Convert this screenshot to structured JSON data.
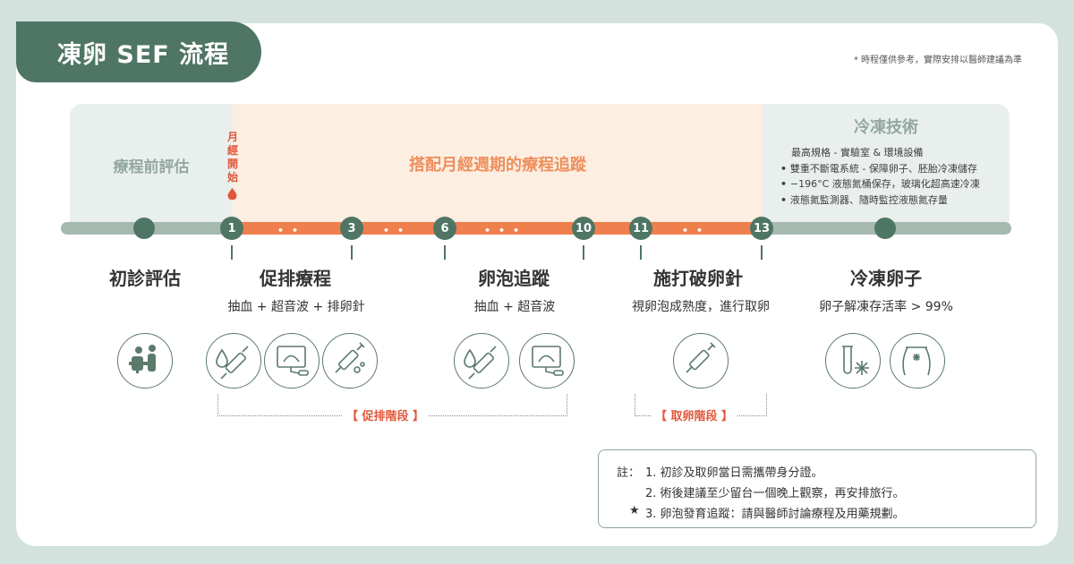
{
  "title": "凍卵 SEF 流程",
  "reference_note": "* 時程僅供參考，實際安排以醫師建議為準",
  "bands": {
    "pre": "療程前評估",
    "mid": "搭配月經週期的療程追蹤",
    "post": {
      "title": "冷凍技術",
      "heading": "最高規格 - 實驗室 & 環境設備",
      "bullets": [
        "雙重不斷電系統 - 保障卵子、胚胎冷凍儲存",
        "−196°C 液態氮桶保存，玻璃化超高速冷凍",
        "液態氮監測器、隨時監控液態氮存量"
      ]
    }
  },
  "menses_marker": [
    "月",
    "經",
    "開",
    "始"
  ],
  "days": [
    "1",
    "3",
    "6",
    "10",
    "11",
    "13"
  ],
  "stages": [
    {
      "title": "初診評估",
      "desc": "",
      "icons": [
        "consultation-icon"
      ]
    },
    {
      "title": "促排療程",
      "desc": "抽血 + 超音波 + 排卵針",
      "icons": [
        "blood-test-icon",
        "ultrasound-icon",
        "injection-icon"
      ]
    },
    {
      "title": "卵泡追蹤",
      "desc": "抽血 + 超音波",
      "icons": [
        "blood-test-icon",
        "ultrasound-icon"
      ]
    },
    {
      "title": "施打破卵針",
      "desc": "視卵泡成熟度，進行取卵",
      "icons": [
        "injection-icon"
      ]
    },
    {
      "title": "冷凍卵子",
      "desc": "卵子解凍存活率 > 99%",
      "icons": [
        "test-tube-freeze-icon",
        "cryo-tank-icon"
      ]
    }
  ],
  "phases": {
    "stimulation": "【 促排階段 】",
    "retrieval": "【 取卵階段 】"
  },
  "notes": {
    "prefix": "註：",
    "items": [
      "1. 初診及取卵當日需攜帶身分證。",
      "2. 術後建議至少留台一個晚上觀察，再安排旅行。",
      "3. 卵泡發育追蹤：請與醫師討論療程及用藥規劃。"
    ],
    "star": "★"
  },
  "colors": {
    "background": "#d3e2dd",
    "brand_green": "#4f7565",
    "accent_orange": "#f07f4e",
    "accent_red": "#e0573a",
    "band_green": "#e9efec",
    "band_orange": "#fdeee2"
  }
}
